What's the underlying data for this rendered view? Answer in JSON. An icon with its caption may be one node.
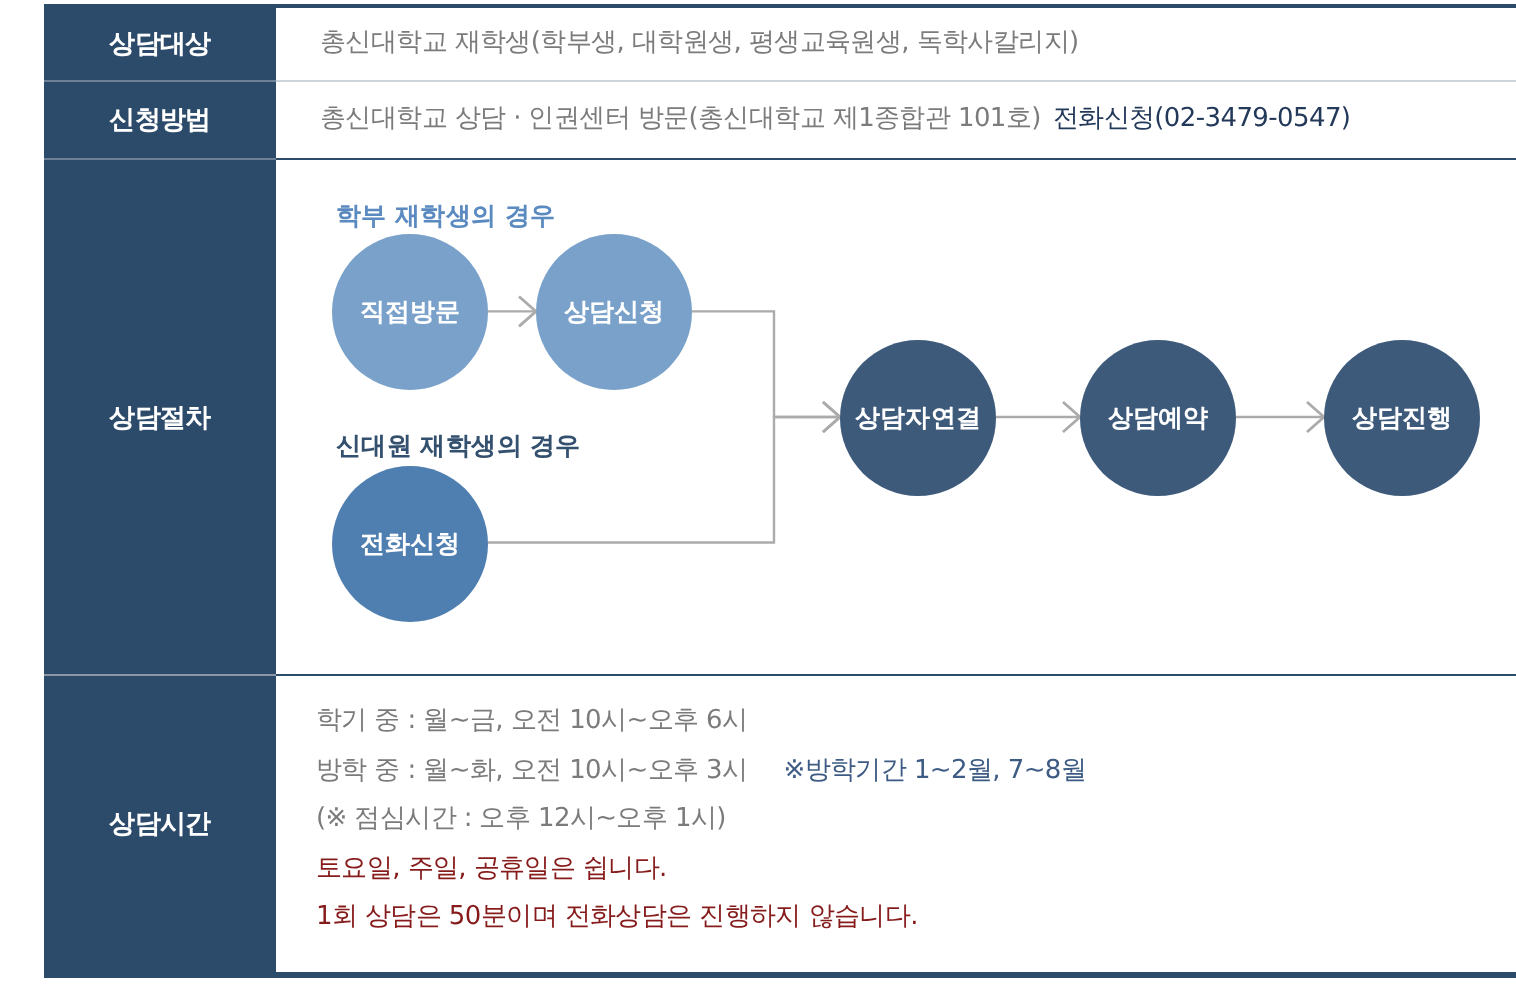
{
  "diagram": {
    "nodes": [
      {
        "text": [
          "직접방문"
        ]
      },
      {
        "text": [
          "상담신청"
        ]
      },
      {
        "text": [
          "전화신청"
        ]
      },
      {
        "text": [
          "상담자연결"
        ]
      },
      {
        "text": [
          "상담예약"
        ]
      },
      {
        "text": [
          "상담진행"
        ]
      }
    ],
    "edges": [
      {
        "from": 0,
        "to": 1,
        "arrow": "to"
      },
      {
        "from": 1,
        "to": 3,
        "arrow": "to"
      },
      {
        "from": 2,
        "to": 3,
        "arrow": "to"
      },
      {
        "from": 3,
        "to": 4,
        "arrow": "to"
      },
      {
        "from": 4,
        "to": 5,
        "arrow": "to"
      }
    ],
    "labels": [
      "상담대상",
      "총신대학교 재학생(학부생, 대학원생, 평생교육원생, 독학사칼리지)",
      "신청방법",
      "총신대학교 상담 · 인권센터 방문(총신대학교 제1종합관 101호)",
      "전화신청(02-3479-0547)",
      "상담절차",
      "학부 재학생의 경우",
      "신대원 재학생의 경우",
      "상담시간",
      "학기 중 : 월~금, 오전 10시~오후 6시",
      "방학 중 : 월~화, 오전 10시~오후 3시",
      "※방학기간 1~2월, 7~8월",
      "(※ 점심시간 : 오후 12시~오후 1시)",
      "토요일, 주일, 공휴일은 쉽니다.",
      "1회 상담은 50분이며 전화상담은 진행하지 않습니다."
    ]
  }
}
